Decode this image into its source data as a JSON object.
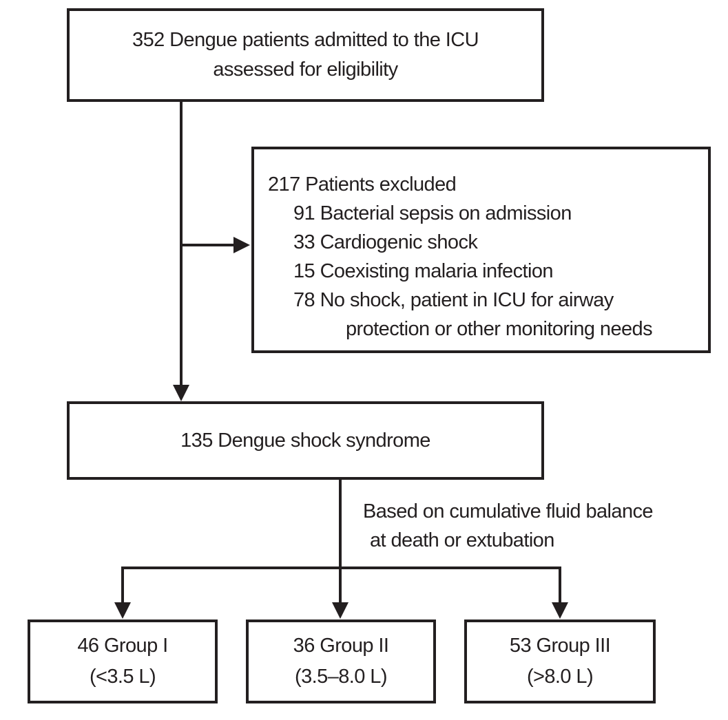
{
  "flow": {
    "assessed": {
      "line1": "352 Dengue patients admitted to the ICU",
      "line2": "assessed for eligibility"
    },
    "excluded": {
      "header": "217 Patients excluded",
      "reasons": [
        "91 Bacterial sepsis on admission",
        "33 Cardiogenic shock",
        "15 Coexisting malaria infection",
        "78 No shock, patient in ICU for airway"
      ],
      "reason_continuation": "protection or other monitoring needs"
    },
    "shock_syndrome": {
      "text": "135 Dengue shock syndrome"
    },
    "branch_note": {
      "line1": "Based on cumulative fluid balance",
      "line2": "at death or extubation"
    },
    "groups": [
      {
        "count_label": "46 Group I",
        "range_label": "(<3.5 L)"
      },
      {
        "count_label": "36 Group II",
        "range_label": "(3.5–8.0 L)"
      },
      {
        "count_label": "53 Group III",
        "range_label": "(>8.0 L)"
      }
    ],
    "colors": {
      "ink": "#231f20",
      "background": "#ffffff"
    }
  }
}
